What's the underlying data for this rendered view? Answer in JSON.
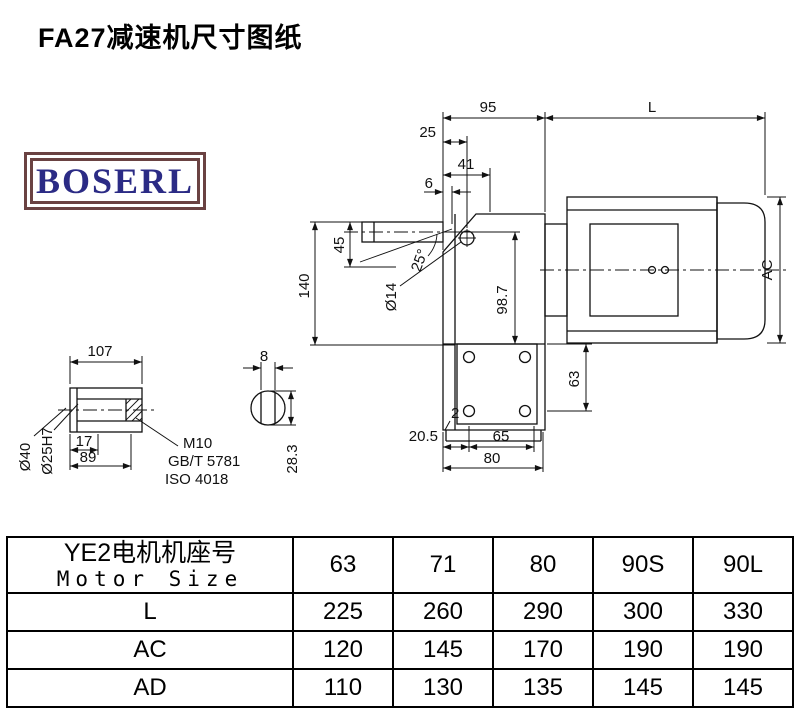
{
  "page": {
    "title": "FA27减速机尺寸图纸"
  },
  "logo": {
    "text": "BOSERL"
  },
  "colors": {
    "logo_border": "#6a4242",
    "logo_text": "#2b2b85",
    "line": "#111111",
    "background": "#ffffff"
  },
  "drawing": {
    "dims": {
      "d95": "95",
      "d25": "25",
      "dL": "L",
      "d41": "41",
      "d6": "6",
      "d45": "45",
      "d140": "140",
      "dia14": "Ø14",
      "ang25": "25°",
      "d98_7": "98.7",
      "dAC": "AC",
      "d63": "63",
      "d2": "2",
      "d20_5": "20.5",
      "d65": "65",
      "d80": "80",
      "d107": "107",
      "d17": "17",
      "d89": "89",
      "dia40": "Ø40",
      "dia25h7": "Ø25H7",
      "m10": "M10",
      "gbt5781": "GB/T 5781",
      "iso4018": "ISO 4018",
      "d8": "8",
      "d28_3": "28.3"
    }
  },
  "table": {
    "header": {
      "line1": "YE2电机机座号",
      "line2": "Motor Size"
    },
    "columns": [
      "63",
      "71",
      "80",
      "90S",
      "90L"
    ],
    "rows": [
      {
        "label": "L",
        "values": [
          "225",
          "260",
          "290",
          "300",
          "330"
        ]
      },
      {
        "label": "AC",
        "values": [
          "120",
          "145",
          "170",
          "190",
          "190"
        ]
      },
      {
        "label": "AD",
        "values": [
          "110",
          "130",
          "135",
          "145",
          "145"
        ]
      }
    ]
  }
}
